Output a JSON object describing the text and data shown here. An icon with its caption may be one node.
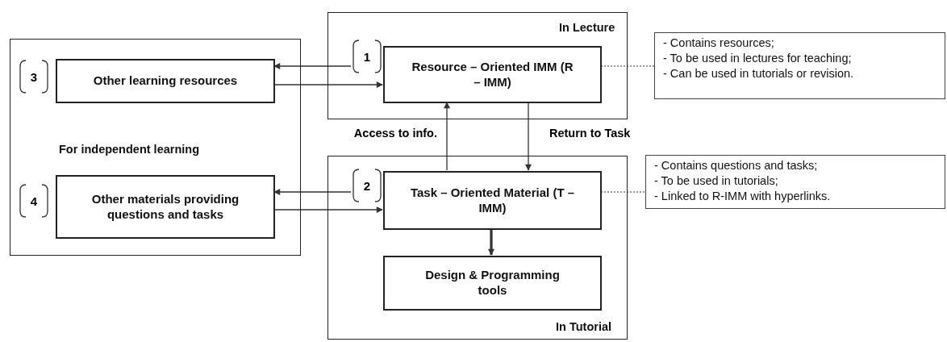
{
  "diagram": {
    "nodes": [
      {
        "text": [
          "For independent learning"
        ]
      },
      {
        "text": [
          "Other learning resources"
        ],
        "in": 0,
        "beside": [
          "3"
        ]
      },
      {
        "text": [
          "Other materials providing questions and tasks"
        ],
        "in": 0,
        "beside": [
          "4"
        ]
      },
      {
        "text": [
          "In Lecture"
        ]
      },
      {
        "text": [
          "Resource – Oriented IMM (R – IMM)"
        ],
        "in": 3,
        "beside": [
          "1"
        ]
      },
      {
        "text": [
          "In Tutorial"
        ]
      },
      {
        "text": [
          "Task – Oriented Material (T – IMM)"
        ],
        "in": 5,
        "beside": [
          "2"
        ]
      },
      {
        "text": [
          "Design & Programming tools"
        ],
        "in": 5
      },
      {
        "text": [
          "- Contains resources;",
          "- To be used in lectures for teaching;",
          "- Can be used in tutorials or revision."
        ]
      },
      {
        "text": [
          "- Contains questions and tasks;",
          "- To be used in tutorials;",
          "- Linked to R-IMM with hyperlinks."
        ]
      }
    ],
    "edges": [
      {
        "from": 4,
        "to": 1,
        "arrow": "to"
      },
      {
        "from": 1,
        "to": 4,
        "arrow": "to"
      },
      {
        "from": 6,
        "to": 2,
        "arrow": "to"
      },
      {
        "from": 2,
        "to": 6,
        "arrow": "to"
      },
      {
        "from": 6,
        "to": 4,
        "arrow": "to",
        "label": "Access to info."
      },
      {
        "from": 4,
        "to": 6,
        "arrow": "to",
        "label": "Return to Task"
      },
      {
        "from": 6,
        "to": 7,
        "arrow": "to",
        "style": "thick"
      },
      {
        "from": 4,
        "to": 8,
        "arrow": "none",
        "style": "dashed"
      },
      {
        "from": 6,
        "to": 9,
        "arrow": "none",
        "style": "dashed"
      }
    ]
  }
}
